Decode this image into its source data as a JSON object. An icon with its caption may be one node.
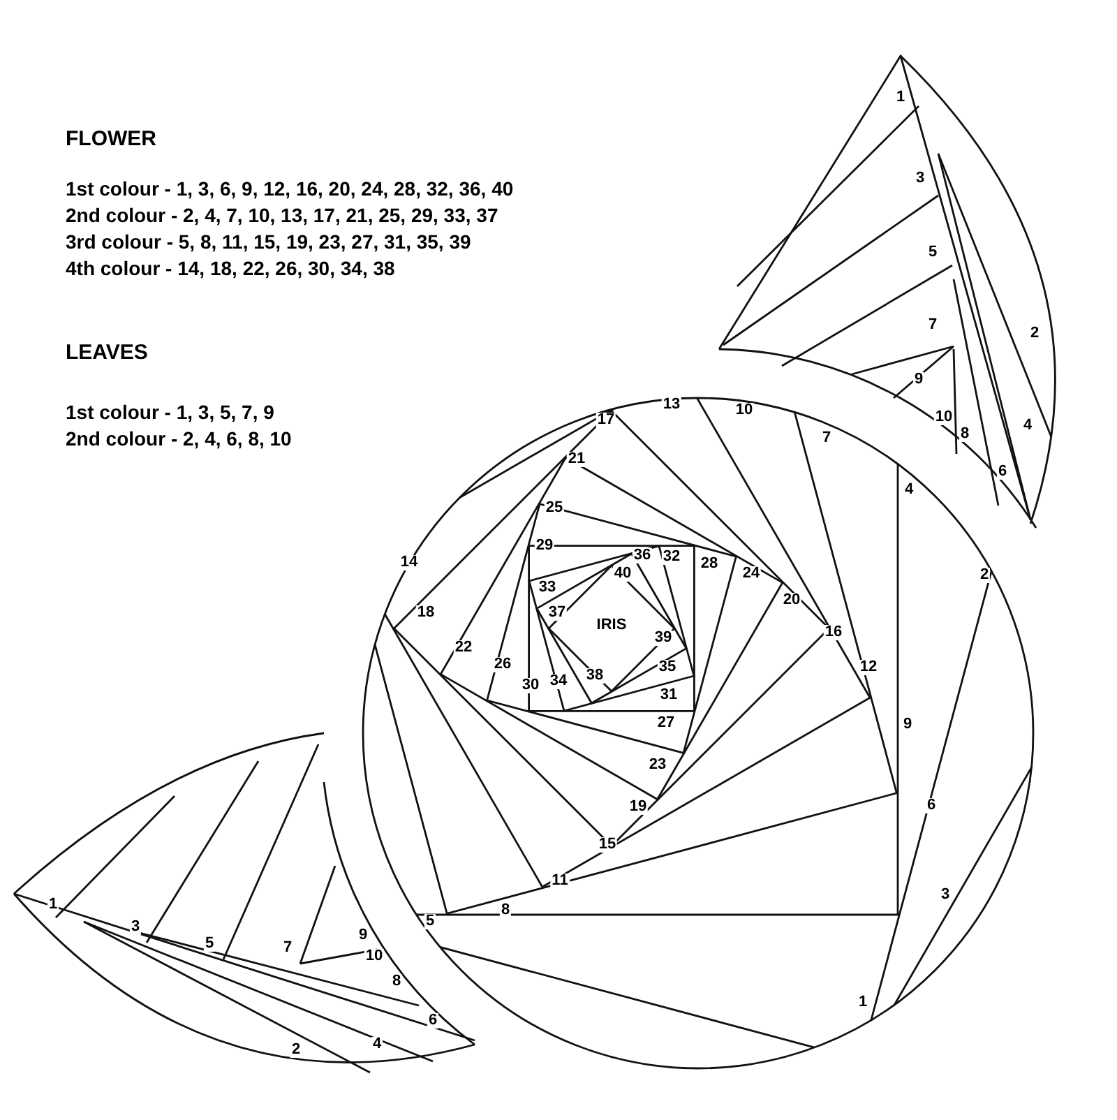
{
  "diagram": {
    "labels": [
      "FLOWER",
      "1st colour - 1, 3, 6, 9, 12, 16, 20, 24, 28, 32, 36, 40",
      "2nd colour - 2, 4, 7, 10, 13, 17, 21, 25, 29, 33, 37",
      "3rd colour - 5, 8, 11, 15, 19, 23, 27, 31, 35, 39",
      "4th colour - 14, 18, 22, 26, 30, 34, 38",
      "LEAVES",
      "1st colour - 1, 3, 5, 7, 9",
      "2nd colour - 2, 4, 6, 8, 10",
      "1",
      "3",
      "5",
      "7",
      "9",
      "10",
      "8",
      "6",
      "4",
      "2",
      "1",
      "2",
      "3",
      "4",
      "5",
      "6",
      "7",
      "8",
      "9",
      "10",
      "11",
      "12",
      "13",
      "14",
      "15",
      "16",
      "17",
      "18",
      "19",
      "20",
      "21",
      "22",
      "23",
      "24",
      "25",
      "26",
      "27",
      "28",
      "29",
      "30",
      "31",
      "32",
      "33",
      "34",
      "35",
      "36",
      "37",
      "38",
      "39",
      "40",
      "IRIS",
      "1",
      "3",
      "5",
      "7",
      "9",
      "10",
      "8",
      "6",
      "4",
      "2"
    ]
  }
}
